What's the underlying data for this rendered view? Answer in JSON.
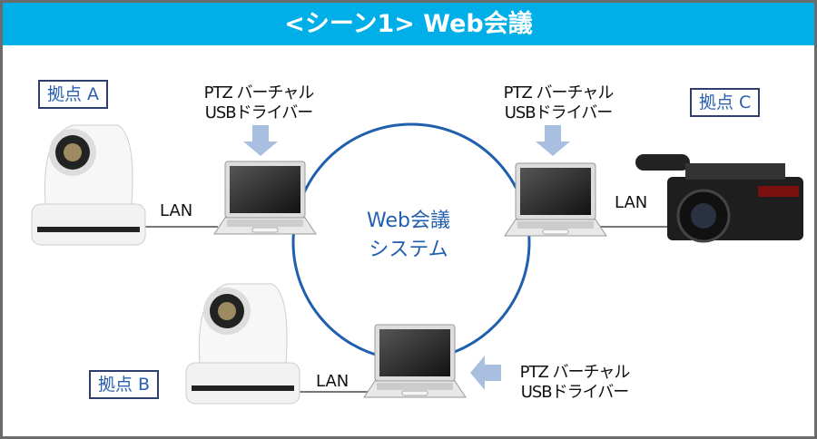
{
  "title": "<シーン1> Web会議",
  "sites": {
    "a": "拠点 A",
    "b": "拠点 B",
    "c": "拠点 C"
  },
  "driver_label": {
    "line1": "PTZ バーチャル",
    "line2": "USBドライバー"
  },
  "lan": "LAN",
  "center": {
    "line1": "Web会議",
    "line2": "システム"
  },
  "colors": {
    "header": "#00aee8",
    "circle": "#1f5fae",
    "arrow": "#a9bfe0"
  }
}
